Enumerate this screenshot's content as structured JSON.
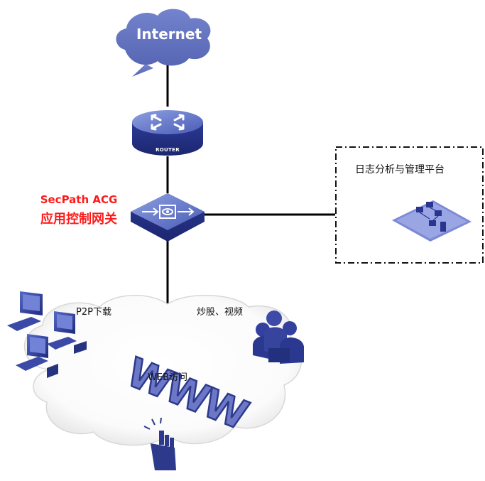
{
  "internet": {
    "label": "Internet"
  },
  "router": {
    "label": "ROUTER"
  },
  "gateway": {
    "name_en": "SecPath ACG",
    "name_cn": "应用控制网关"
  },
  "log_platform": {
    "label": "日志分析与管理平台"
  },
  "clients": {
    "p2p_label": "P2P下载",
    "stock_video_label": "炒股、视频",
    "web_label": "WEB访问",
    "www_text": "WWW"
  },
  "colors": {
    "device_blue": "#2c3d9a",
    "device_light": "#7e92d8",
    "cloud": "#6b79c2",
    "accent_red": "#ff1a1a",
    "link": "#000000"
  }
}
